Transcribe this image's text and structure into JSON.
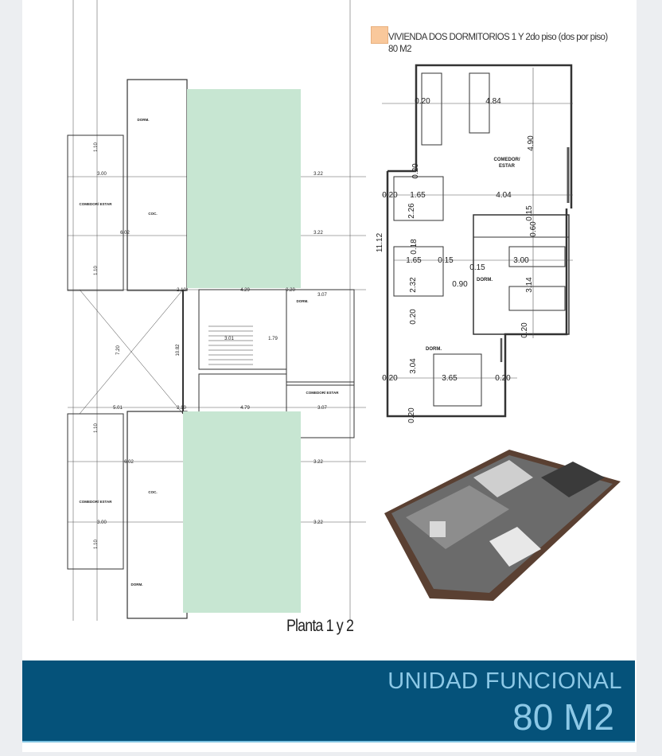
{
  "legend": {
    "label": "VIVIENDA DOS DORMITORIOS 1 Y 2do piso (dos por piso)",
    "area": "80 M2",
    "swatch_color": "#f9c89b"
  },
  "plan_title": "Planta 1 y 2",
  "banner": {
    "title": "UNIDAD FUNCIONAL",
    "area": "80 M2",
    "background": "#05527a",
    "text_color": "#8cc8e6"
  },
  "colors": {
    "common_area": "#c7e6d2"
  },
  "unit_plan_labels": [
    "0.20",
    "4.84",
    "4.90",
    "COMEDOR/",
    "ESTAR",
    "0.20",
    "0.20",
    "1.65",
    "4.04",
    "2.26",
    "0.15",
    "0.60",
    "0.18",
    "1.65",
    "0.15",
    "3.00",
    "0.15",
    "DORM.",
    "2.32",
    "0.90",
    "3.14",
    "0.20",
    "0.20",
    "11.12",
    "DORM.",
    "3.04",
    "0.20",
    "3.65",
    "0.20",
    "0.20"
  ],
  "building_plan_labels": [
    "3.00",
    "6.02",
    "3.22",
    "3.22",
    "2.10",
    "4.29",
    "0.20",
    "3.07",
    "DORM.",
    "3.01",
    "1.79",
    "7.20",
    "10.82",
    "5.01",
    "2.10",
    "4.79",
    "3.07",
    "COMEDOR/ ESTAR",
    "COC.",
    "DORM.",
    "6.02",
    "3.22",
    "3.00",
    "3.22",
    "COMEDOR/ ESTAR",
    "COC.",
    "DORM.",
    "1.10",
    "1.10",
    "1.10",
    "1.10",
    "COMEDOR/ ESTAR"
  ]
}
